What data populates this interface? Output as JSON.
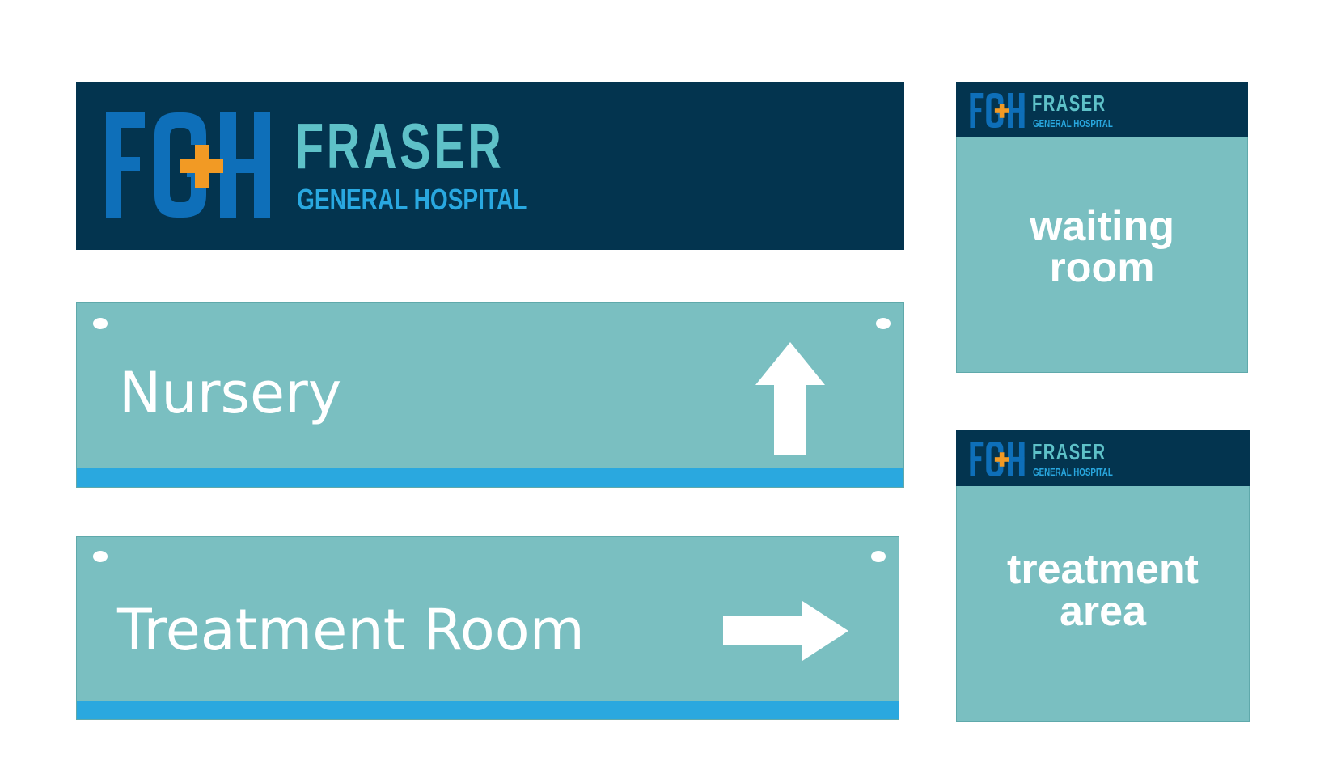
{
  "brand": {
    "initials": "FGH",
    "name_line1": "FRASER",
    "name_line2": "GENERAL HOSPITAL",
    "colors": {
      "navy": "#03344f",
      "logo_blue": "#0e6fb9",
      "plus_orange": "#f29a24",
      "fraser_teal": "#5ec1c8",
      "hospital_blue": "#29a8e0",
      "sign_teal": "#7abfc1",
      "strip_blue": "#2aa8df"
    }
  },
  "signs": [
    {
      "label": "Nursery",
      "arrow": "arrow-up-icon"
    },
    {
      "label": "Treatment Room",
      "arrow": "arrow-right-icon"
    }
  ],
  "rooms": [
    {
      "line1": "waiting",
      "line2": "room"
    },
    {
      "line1": "treatment",
      "line2": "area"
    }
  ]
}
